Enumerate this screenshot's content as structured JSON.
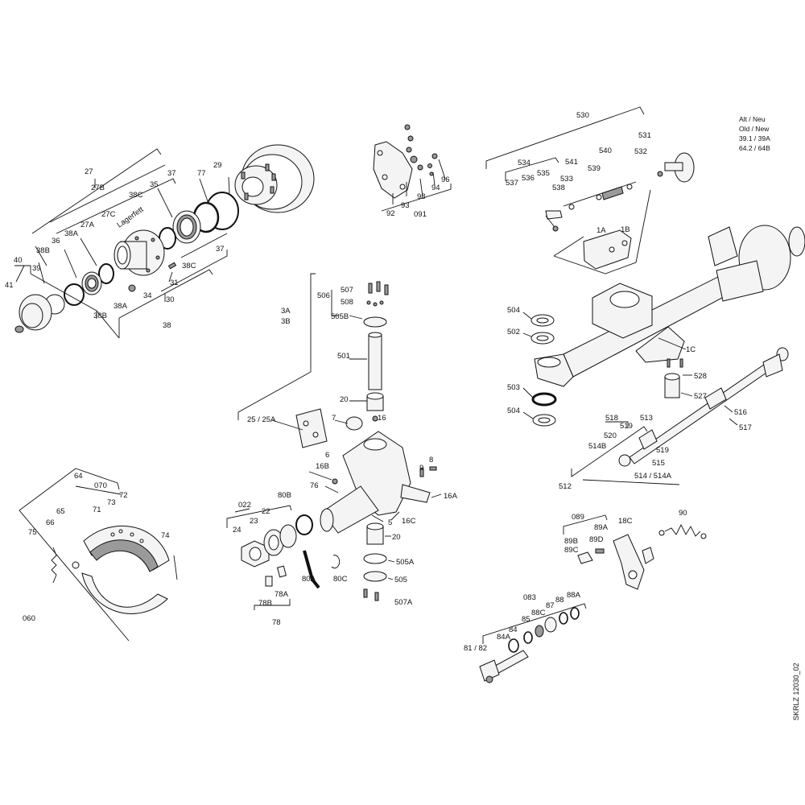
{
  "drawing_code": "SKRLZ 12030_02",
  "note": [
    "Alt / Neu",
    "Old / New",
    "39.1 / 39A",
    "64.2 / 64B"
  ],
  "labels": {
    "l27": "27",
    "l27B": "27B",
    "l27C": "27C",
    "lLagerfett": "Lagerfett",
    "l27A": "27A",
    "l38C_a": "38C",
    "l35": "35",
    "l37_a": "37",
    "l77": "77",
    "l29": "29",
    "l40": "40",
    "l41": "41",
    "l39": "39",
    "l38B_a": "38B",
    "l36": "36",
    "l38A_a": "38A",
    "l38B_b": "38B",
    "l38A_b": "38A",
    "l34": "34",
    "l31": "31",
    "l38C_b": "38C",
    "l30": "30",
    "l37_b": "37",
    "l38": "38",
    "l92": "92",
    "l93": "93",
    "l98": "98",
    "l94": "94",
    "l96": "96",
    "l091": "091",
    "l530": "530",
    "l534": "534",
    "l535": "535",
    "l536": "536",
    "l537": "537",
    "l538": "538",
    "l533": "533",
    "l541": "541",
    "l539": "539",
    "l540": "540",
    "l532": "532",
    "l531": "531",
    "l1A": "1A",
    "l1B": "1B",
    "l1C": "1C",
    "l504_a": "504",
    "l502": "502",
    "l503": "503",
    "l504_b": "504",
    "l528": "528",
    "l527": "527",
    "l516": "516",
    "l517": "517",
    "l518": "518",
    "l519_a": "519",
    "l513": "513",
    "l520": "520",
    "l514B": "514B",
    "l519_b": "519",
    "l515": "515",
    "l514": "514 / 514A",
    "l512": "512",
    "l506": "506",
    "l507": "507",
    "l508": "508",
    "l3A": "3A",
    "l3B": "3B",
    "l505B": "505B",
    "l501": "501",
    "l20_a": "20",
    "l25": "25 / 25A",
    "l7": "7",
    "l16": "16",
    "l6": "6",
    "l16B": "16B",
    "l9": "9",
    "l8": "8",
    "l76": "76",
    "l16A": "16A",
    "l16C": "16C",
    "l5": "5",
    "l80B": "80B",
    "l022": "022",
    "l22": "22",
    "l23": "23",
    "l24": "24",
    "l20_b": "20",
    "l505A": "505A",
    "l505": "505",
    "l507A": "507A",
    "l80A": "80A",
    "l80C": "80C",
    "l78A": "78A",
    "l78B": "78B",
    "l78": "78",
    "l64": "64",
    "l070": "070",
    "l72": "72",
    "l73": "73",
    "l71": "71",
    "l65": "65",
    "l66": "66",
    "l75": "75",
    "l74": "74",
    "l060": "060",
    "l089": "089",
    "l89A": "89A",
    "l89B": "89B",
    "l89C": "89C",
    "l89D": "89D",
    "l18C": "18C",
    "l90": "90",
    "l083": "083",
    "l88": "88",
    "l88A": "88A",
    "l87": "87",
    "l88C": "88C",
    "l85": "85",
    "l84": "84",
    "l84A": "84A",
    "l81": "81 / 82"
  }
}
